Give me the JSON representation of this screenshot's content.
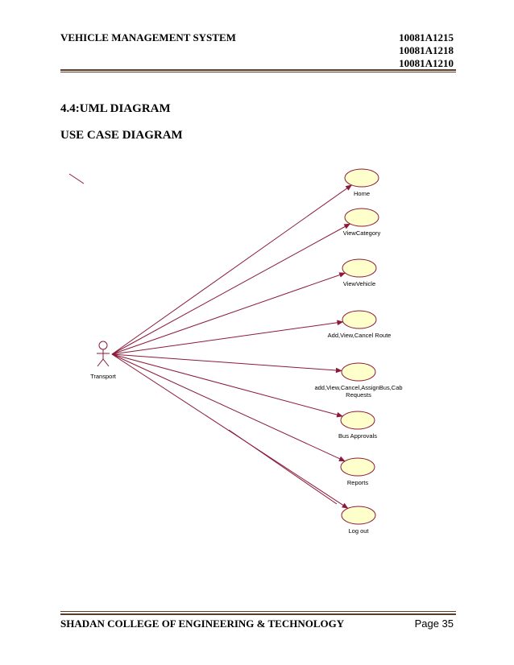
{
  "header": {
    "title": "VEHICLE MANAGEMENT SYSTEM",
    "ids": [
      "10081A1215",
      "10081A1218",
      "10081A1210"
    ]
  },
  "section": {
    "heading": "4.4:UML DIAGRAM",
    "subheading": "USE CASE DIAGRAM"
  },
  "diagram": {
    "actor": "Transport",
    "line_color": "#8b1a3a",
    "usecase_fill": "#ffffcc",
    "use_cases": [
      [
        "Home"
      ],
      [
        "ViewCategory"
      ],
      [
        "ViewVehicle"
      ],
      [
        "Add,View,Cancel Route"
      ],
      [
        "add,View,Cancel,AssignBus,Cab",
        "Requests"
      ],
      [
        "Bus Approvals"
      ],
      [
        "Reports"
      ],
      [
        "Log out"
      ]
    ]
  },
  "footer": {
    "left": "SHADAN COLLEGE OF ENGINEERING & TECHNOLOGY",
    "right": "Page 35"
  }
}
